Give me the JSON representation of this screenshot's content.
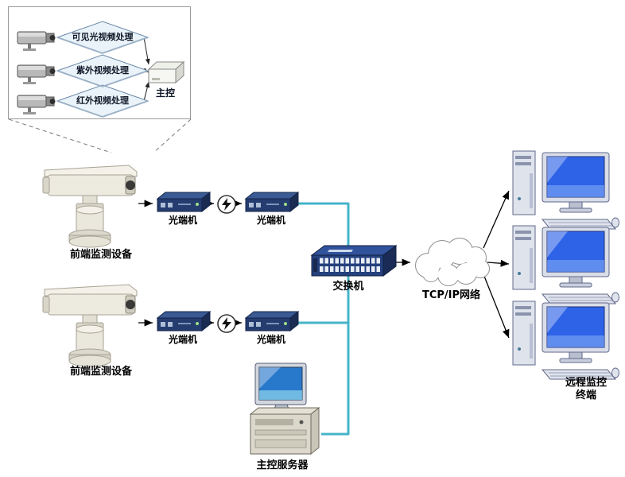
{
  "diagram": {
    "inset": {
      "processes": [
        {
          "label": "可见光视频处理"
        },
        {
          "label": "紫外视频处理"
        },
        {
          "label": "红外视频处理"
        }
      ],
      "master_label": "主控"
    },
    "labels": {
      "camera1": "前端监测设备",
      "camera2": "前端监测设备",
      "transceiver1": "光端机",
      "transceiver2": "光端机",
      "transceiver3": "光端机",
      "transceiver4": "光端机",
      "switch": "交换机",
      "cloud": "TCP/IP网络",
      "terminals": "远程监控\n终端",
      "server": "主控服务器"
    },
    "colors": {
      "fiber_link": "#45b4c8",
      "device_navy": "#24407c",
      "screen_blue": "#2e63e8"
    }
  }
}
